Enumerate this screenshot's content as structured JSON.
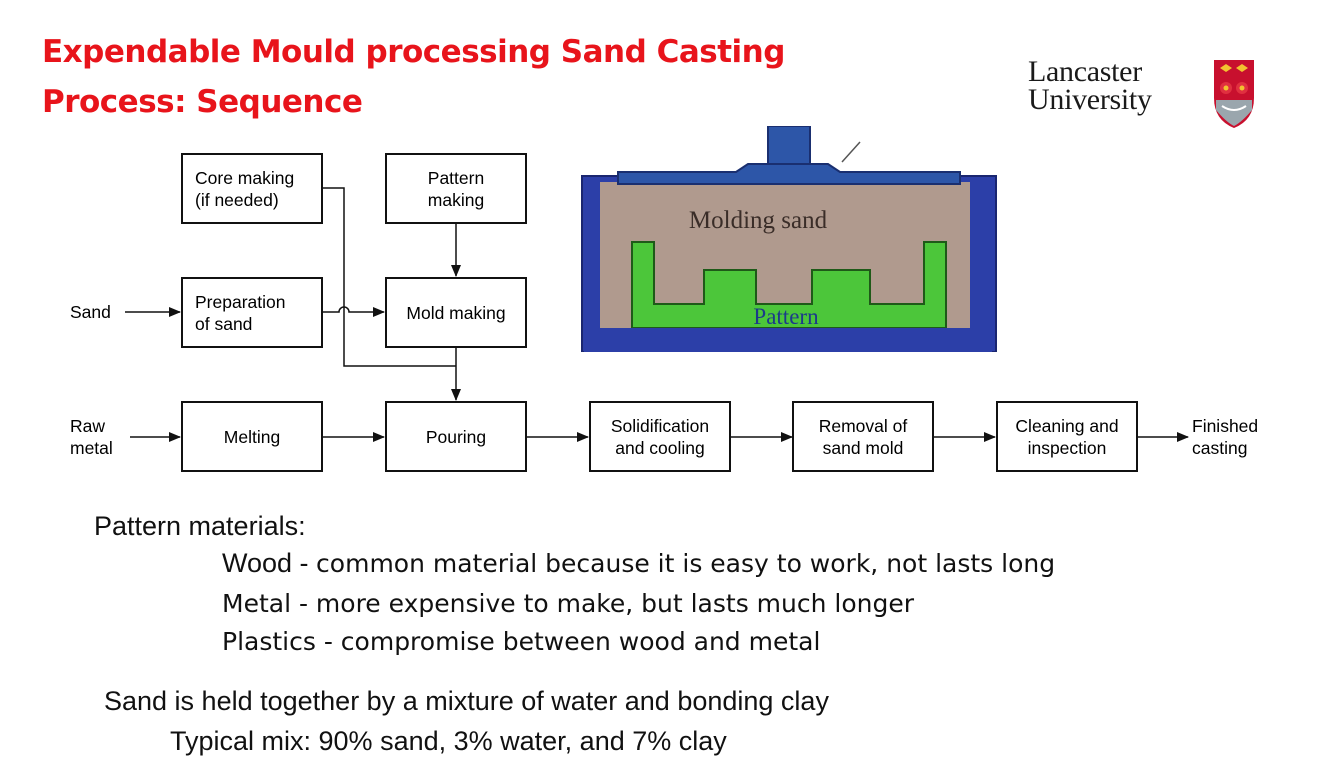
{
  "slide": {
    "title_line1": "Expendable Mould processing Sand Casting",
    "title_line2": "Process: Sequence"
  },
  "logo": {
    "line1": "Lancaster",
    "line2": "University"
  },
  "flowchart": {
    "boxes": {
      "core_making": "Core making\n(if needed)",
      "pattern_making": "Pattern\nmaking",
      "preparation_of_sand": "Preparation\nof sand",
      "mold_making": "Mold making",
      "melting": "Melting",
      "pouring": "Pouring",
      "solidification": "Solidification\nand cooling",
      "removal": "Removal of\nsand mold",
      "cleaning": "Cleaning and\ninspection"
    },
    "inputs": {
      "sand": "Sand",
      "raw_metal": "Raw\nmetal",
      "finished": "Finished\ncasting"
    }
  },
  "mold_image": {
    "molding_sand": "Molding  sand",
    "pattern": "Pattern"
  },
  "body": {
    "pattern_heading": "Pattern materials:",
    "wood_term": "Wood - ",
    "wood_desc": "common material because it is easy to work, not lasts long",
    "metal": "Metal -  more expensive to make, but lasts much longer",
    "plastics": "Plastics - compromise between wood and metal",
    "sand_line": "Sand is held together by a mixture of water and bonding clay",
    "mix_line": "Typical mix: 90% sand, 3% water, and 7% clay"
  },
  "colors": {
    "title": "#e8141b",
    "mold_blue": "#2c3fa8",
    "sand_brown": "#b09a8e",
    "pattern_green": "#4cc63a",
    "plunger_blue": "#2d56a8"
  }
}
